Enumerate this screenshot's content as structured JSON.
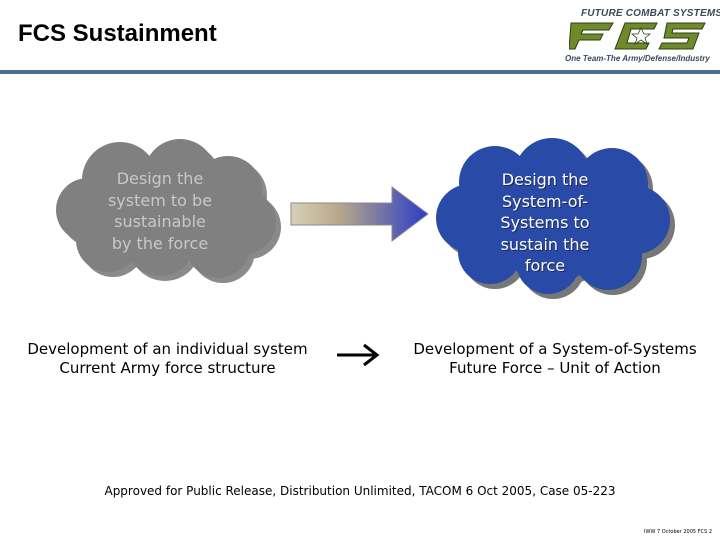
{
  "header": {
    "title": "FCS Sustainment",
    "logo_top": "FUTURE COMBAT SYSTEMS",
    "logo_wordmark": "FCS",
    "logo_tagline": "One Team-The Army/Defense/Industry"
  },
  "diagram": {
    "left_cloud": {
      "lines": [
        "Design the",
        "system to be",
        "sustainable",
        "by the force"
      ]
    },
    "right_cloud": {
      "lines": [
        "Design the",
        "System-of-",
        "Systems to",
        "sustain the",
        "force"
      ]
    },
    "left_description": {
      "line1": "Development of an individual system",
      "line2": "Current Army force structure"
    },
    "right_description": {
      "line1": "Development of a System-of-Systems",
      "line2": "Future Force – Unit of Action"
    }
  },
  "footer": {
    "release": "Approved for Public Release, Distribution Unlimited, TACOM 6 Oct 2005, Case 05-223",
    "slide_id": "IWW 7 October 2005 FCS 2"
  },
  "colors": {
    "header_rule": "#4a6f8f",
    "left_cloud": "#808080",
    "right_cloud": "#2a4aa8",
    "logo_green": "#6e8a2a"
  }
}
